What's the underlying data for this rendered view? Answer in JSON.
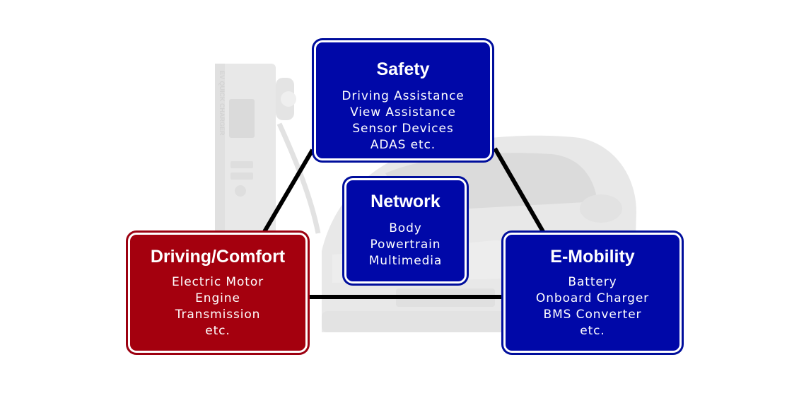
{
  "colors": {
    "blue_box": "#0008a8",
    "red_box": "#a4000e",
    "connector": "#000000",
    "background_art": "#d9d9d9"
  },
  "background": {
    "charger_label": "EV QUICK CHARGER",
    "icons": [
      "ev-charger-icon",
      "electric-car-icon"
    ]
  },
  "nodes": {
    "safety": {
      "title": "Safety",
      "lines": [
        "Driving Assistance",
        "View Assistance",
        "Sensor Devices",
        "ADAS etc."
      ]
    },
    "network": {
      "title": "Network",
      "lines": [
        "Body",
        "Powertrain",
        "Multimedia"
      ]
    },
    "driving": {
      "title": "Driving/Comfort",
      "lines": [
        "Electric Motor",
        "Engine",
        "Transmission",
        "etc."
      ]
    },
    "emobility": {
      "title": "E-Mobility",
      "lines": [
        "Battery",
        "Onboard Charger",
        "BMS Converter",
        "etc."
      ]
    }
  },
  "edges": [
    {
      "from": "safety",
      "to": "driving"
    },
    {
      "from": "safety",
      "to": "emobility"
    },
    {
      "from": "driving",
      "to": "emobility"
    }
  ]
}
